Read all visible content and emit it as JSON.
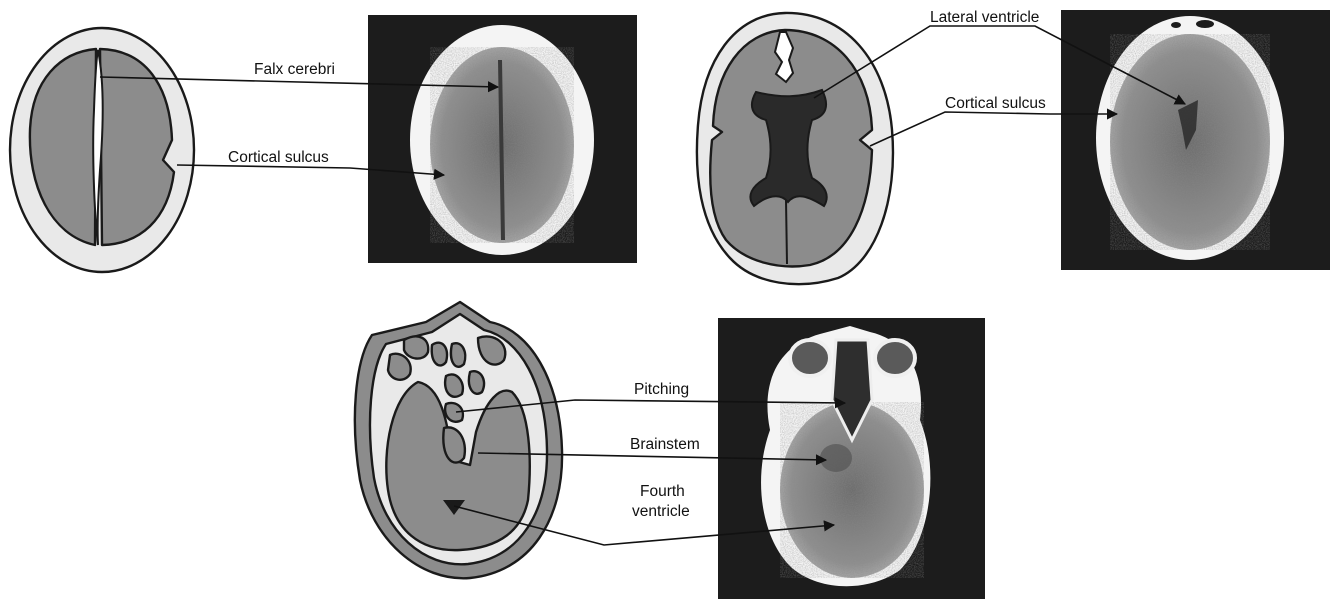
{
  "labels": {
    "falx_cerebri": "Falx cerebri",
    "cortical_sulcus_1": "Cortical sulcus",
    "lateral_ventricle": "Lateral ventricle",
    "cortical_sulcus_2": "Cortical sulcus",
    "pitching": "Pitching",
    "brainstem": "Brainstem",
    "fourth_ventricle_line1": "Fourth",
    "fourth_ventricle_line2": "ventricle"
  },
  "colors": {
    "skull": "#e9e9e9",
    "brain": "#8c8c8c",
    "ventricle": "#2a2a2a",
    "ct_background": "#1c1c1c",
    "outline": "#1a1a1a"
  }
}
